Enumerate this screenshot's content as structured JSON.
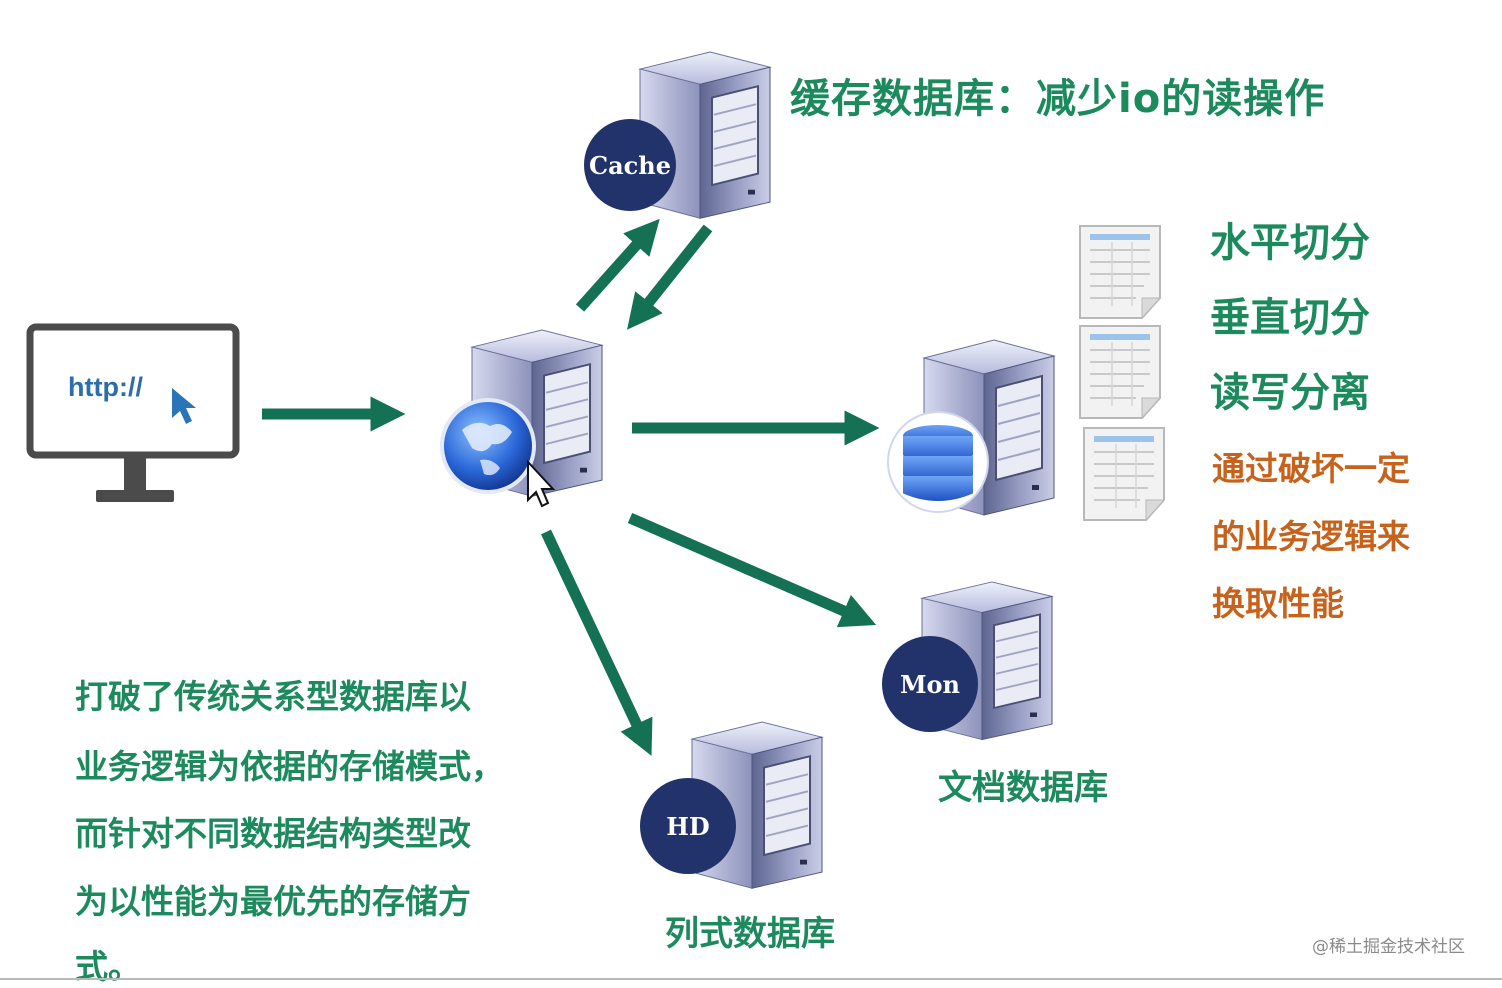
{
  "browser": {
    "url_text": "http://"
  },
  "cache_server": {
    "badge": "Cache",
    "label": "缓存数据库：减少io的读操作"
  },
  "document_server": {
    "badge": "Mon",
    "label": "文档数据库"
  },
  "column_server": {
    "badge": "HD",
    "label": "列式数据库"
  },
  "relational_notes": {
    "items": [
      "水平切分",
      "垂直切分",
      "读写分离"
    ],
    "orange_lines": [
      "通过破坏一定",
      "的业务逻辑来",
      "换取性能"
    ]
  },
  "description_lines": [
    "打破了传统关系型数据库以",
    "业务逻辑为依据的存储模式，",
    "而针对不同数据结构类型改",
    "为以性能为最优先的存储方",
    "式。"
  ],
  "watermark": "@稀土掘金技术社区",
  "colors": {
    "arrow": "#157153",
    "text_green": "#1d8a5e",
    "text_orange": "#c6621b",
    "badge": "#22336b"
  }
}
